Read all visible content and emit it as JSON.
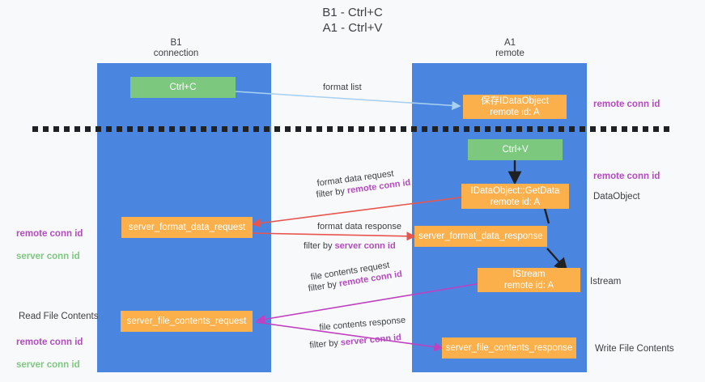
{
  "title": "B1 - Ctrl+C\nA1 - Ctrl+V",
  "colors": {
    "background": "#f8f9fa",
    "lane": "#4a86e0",
    "green_box": "#7dc87f",
    "orange_box": "#fbb04c",
    "purple_text": "#b44ac0",
    "green_text": "#7dc87f",
    "blue_arrow": "#a8d0f0",
    "red_arrow": "#e8554e",
    "magenta_arrow": "#c040c0",
    "black_arrow": "#202124",
    "text": "#3c4043"
  },
  "lanes": [
    {
      "name": "lane-b1",
      "header": "B1\nconnection"
    },
    {
      "name": "lane-a1",
      "header": "A1\nremote"
    }
  ],
  "boxes": [
    {
      "name": "ctrl-c-box",
      "label": "Ctrl+C",
      "style": "green"
    },
    {
      "name": "save-idataobject-box",
      "label": "保存IDataObject\nremote id: A",
      "style": "orange"
    },
    {
      "name": "ctrl-v-box",
      "label": "Ctrl+V",
      "style": "green"
    },
    {
      "name": "idataobject-getdata-box",
      "label": "IDataObject::GetData\nremote id: A",
      "style": "orange"
    },
    {
      "name": "server-format-data-request-box",
      "label": "server_format_data_request",
      "style": "orange"
    },
    {
      "name": "server-format-data-response-box",
      "label": "server_format_data_response",
      "style": "orange"
    },
    {
      "name": "istream-box",
      "label": "IStream\nremote id: A",
      "style": "orange"
    },
    {
      "name": "server-file-contents-request-box",
      "label": "server_file_contents_request",
      "style": "orange"
    },
    {
      "name": "server-file-contents-response-box",
      "label": "server_file_contents_response",
      "style": "orange"
    }
  ],
  "right_notes": [
    {
      "name": "note-remote-conn-id-top",
      "text": "remote conn id",
      "style": "purple"
    },
    {
      "name": "note-remote-conn-id-middle",
      "text": "remote conn id",
      "style": "purple"
    },
    {
      "name": "note-dataobject",
      "text": "DataObject",
      "style": "plain"
    },
    {
      "name": "note-istream",
      "text": "Istream",
      "style": "plain"
    },
    {
      "name": "note-write-file-contents",
      "text": "Write File Contents",
      "style": "plain"
    }
  ],
  "left_notes": [
    {
      "name": "note-conn-ids-middle",
      "line1": "remote conn id",
      "line2": "server conn id"
    },
    {
      "name": "note-read-file-contents",
      "text": "Read File Contents"
    },
    {
      "name": "note-conn-ids-bottom",
      "line1": "remote conn id",
      "line2": "server conn id"
    }
  ],
  "edge_labels": [
    {
      "name": "edge-label-format-list",
      "prefix": "format list",
      "highlight": ""
    },
    {
      "name": "edge-label-format-data-request",
      "prefix": "format data request",
      "highlight": ""
    },
    {
      "name": "edge-label-filter-remote-1",
      "prefix": "filter by ",
      "highlight": "remote conn id"
    },
    {
      "name": "edge-label-format-data-response",
      "prefix": "format data response",
      "highlight": ""
    },
    {
      "name": "edge-label-filter-server-1",
      "prefix": "filter by ",
      "highlight": "server conn id"
    },
    {
      "name": "edge-label-file-contents-request",
      "prefix": "file contents request",
      "highlight": ""
    },
    {
      "name": "edge-label-filter-remote-2",
      "prefix": "filter by ",
      "highlight": "remote conn id"
    },
    {
      "name": "edge-label-file-contents-response",
      "prefix": "file contents response",
      "highlight": ""
    },
    {
      "name": "edge-label-filter-server-2",
      "prefix": "filter by ",
      "highlight": "server conn id"
    }
  ]
}
